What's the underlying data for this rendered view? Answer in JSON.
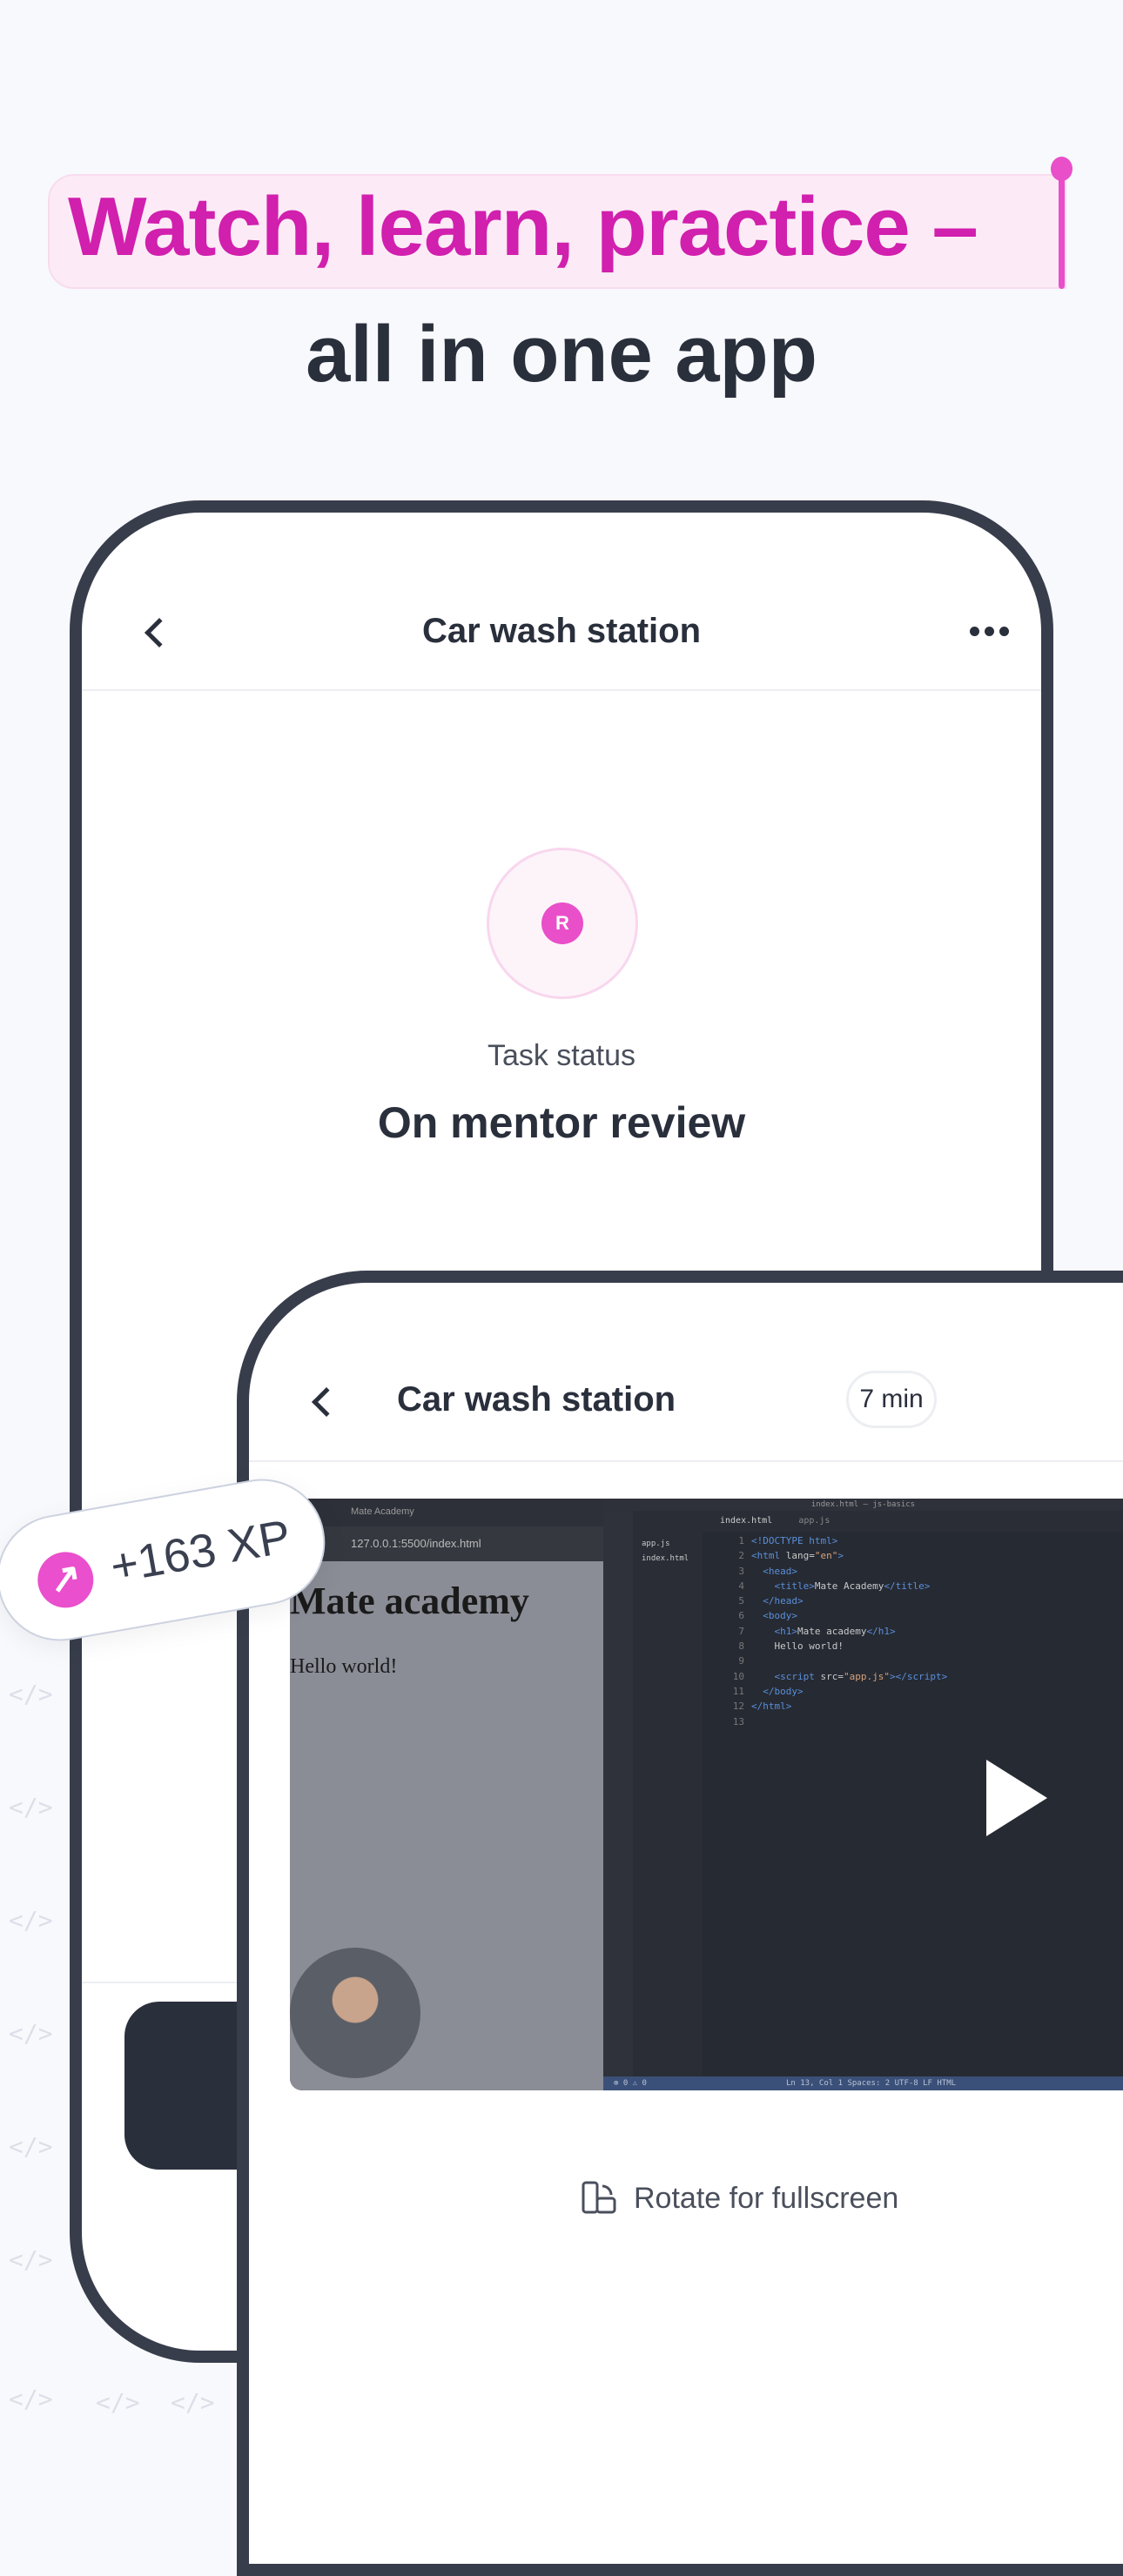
{
  "headline": {
    "highlight": "Watch, learn, practice –",
    "subtitle": "all in one app"
  },
  "background_pattern": "</>",
  "phone_back": {
    "title": "Car wash station",
    "task_status_label": "Task status",
    "task_status_value": "On mentor review",
    "avatar_initial": "R"
  },
  "phone_front": {
    "title": "Car wash station",
    "duration_badge": "7 min",
    "rotate_label": "Rotate for fullscreen",
    "video": {
      "browser_tab": "Mate Academy",
      "browser_url": "127.0.0.1:5500/index.html",
      "page_heading": "Mate academy",
      "page_text": "Hello world!",
      "editor_window_title": "index.html — js-basics",
      "editor_tabs": [
        "index.html",
        "app.js"
      ],
      "explorer_files": [
        "app.js",
        "index.html"
      ],
      "status_left": "⊗ 0 ⚠ 0",
      "status_right": "Ln 13, Col 1   Spaces: 2   UTF-8   LF   HTML"
    }
  },
  "xp_badge": {
    "label": "+163 XP"
  },
  "colors": {
    "accent": "#d11fae",
    "pink": "#ea4fcd",
    "dark": "#2a2f3c",
    "frame": "#383d4c"
  }
}
